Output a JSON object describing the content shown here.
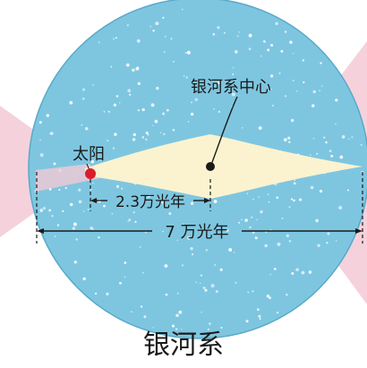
{
  "diagram": {
    "labels": {
      "galactic_center": "银河系中心",
      "sun": "太阳",
      "sun_to_center_distance": "2.3万光年",
      "galaxy_diameter": "7 万光年"
    },
    "caption": "银河系",
    "colors": {
      "disk": "#7ec6e0",
      "disk_edge": "#5aa9c9",
      "bulge": "#fbf3cf",
      "sightline": "#f3c9d6",
      "sun": "#d81e2a",
      "stars": "#ffffff",
      "lines": "#1a1a1a"
    },
    "icons": {
      "sun_marker": "red-dot-icon",
      "center_marker": "black-dot-icon"
    }
  }
}
